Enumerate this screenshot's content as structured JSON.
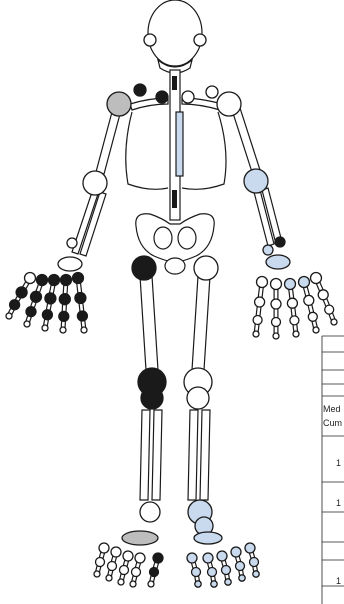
{
  "colors": {
    "involved": "#1a1a1a",
    "treated": "#c9d9ee",
    "grey": "#bdbdbd",
    "normal": "#ffffff",
    "outline": "#1a1a1a"
  },
  "joint_states": [
    "normal",
    "involved",
    "treated",
    "grey"
  ],
  "table_fragment": {
    "row_label_1": "Med",
    "row_label_2": "Cum",
    "row_values": [
      "1",
      "1",
      "1"
    ]
  }
}
